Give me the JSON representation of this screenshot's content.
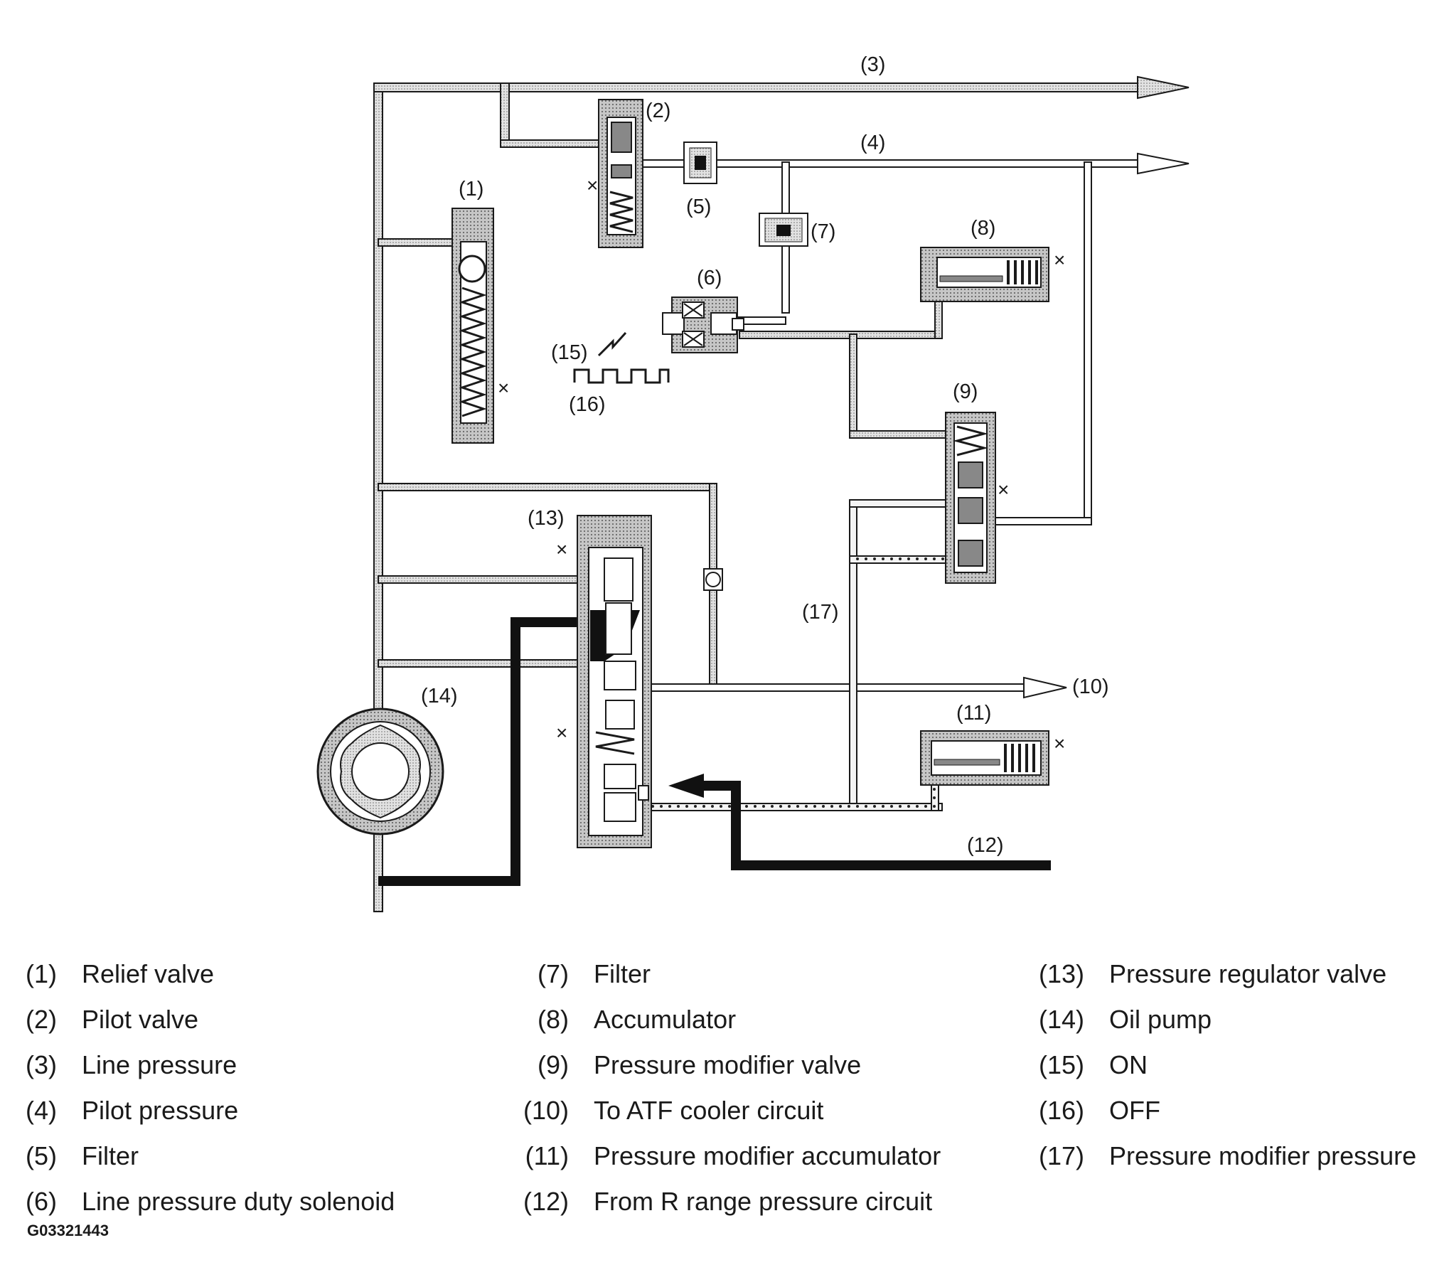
{
  "diagram_labels": {
    "l1": "(1)",
    "l2": "(2)",
    "l3": "(3)",
    "l4": "(4)",
    "l5": "(5)",
    "l6": "(6)",
    "l7": "(7)",
    "l8": "(8)",
    "l9": "(9)",
    "l10": "(10)",
    "l11": "(11)",
    "l12": "(12)",
    "l13": "(13)",
    "l14": "(14)",
    "l15": "(15)",
    "l16": "(16)",
    "l17": "(17)",
    "x": "×"
  },
  "legend": [
    {
      "num": "(1)",
      "text": "Relief valve"
    },
    {
      "num": "(2)",
      "text": "Pilot valve"
    },
    {
      "num": "(3)",
      "text": "Line pressure"
    },
    {
      "num": "(4)",
      "text": "Pilot pressure"
    },
    {
      "num": "(5)",
      "text": "Filter"
    },
    {
      "num": "(6)",
      "text": "Line pressure duty solenoid"
    },
    {
      "num": "(7)",
      "text": "Filter"
    },
    {
      "num": "(8)",
      "text": "Accumulator"
    },
    {
      "num": "(9)",
      "text": "Pressure modifier valve"
    },
    {
      "num": "(10)",
      "text": "To ATF cooler circuit"
    },
    {
      "num": "(11)",
      "text": "Pressure modifier accumulator"
    },
    {
      "num": "(12)",
      "text": "From R range pressure circuit"
    },
    {
      "num": "(13)",
      "text": "Pressure regulator valve"
    },
    {
      "num": "(14)",
      "text": "Oil pump"
    },
    {
      "num": "(15)",
      "text": "ON"
    },
    {
      "num": "(16)",
      "text": "OFF"
    },
    {
      "num": "(17)",
      "text": "Pressure modifier pressure"
    }
  ],
  "figure_code": "G03321443",
  "colors": {
    "ink": "#1a1a1a",
    "line_fill": "#d9d9d9",
    "body_fill": "#bcbcbc",
    "dark": "#111111"
  }
}
